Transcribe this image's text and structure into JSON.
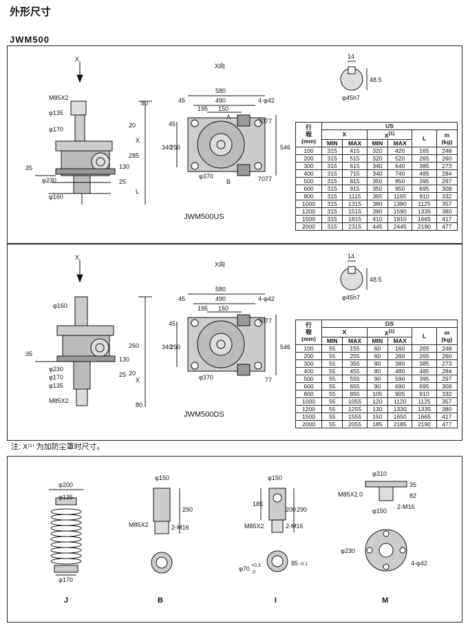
{
  "page": {
    "title": "外形尺寸",
    "model": "JWM500",
    "note": "注: X⁽¹⁾ 为加防尘罩时尺寸。"
  },
  "us_panel": {
    "view_label": "X向",
    "arrow_label": "X",
    "caption": "JWM500US",
    "side_dims": [
      "M85X2",
      "φ135",
      "φ170",
      "φ230",
      "φ160",
      "35",
      "80",
      "20",
      "285",
      "130",
      "25",
      "X",
      "L"
    ],
    "top_dims": [
      "580",
      "490",
      "45",
      "195",
      "150",
      "4-φ42",
      "A",
      "B",
      "φ370",
      "340",
      "250",
      "45",
      "70",
      "77",
      "70",
      "77",
      "546"
    ],
    "key_dims": [
      "14",
      "48.5",
      "φ45h7"
    ]
  },
  "ds_panel": {
    "view_label": "X向",
    "arrow_label": "X",
    "caption": "JWM500DS",
    "side_dims": [
      "φ160",
      "35",
      "260",
      "130",
      "φ230",
      "φ170",
      "φ135",
      "M85X2",
      "20",
      "25",
      "X",
      "80"
    ],
    "top_dims": [
      "580",
      "490",
      "45",
      "195",
      "150",
      "4-φ42",
      "φ370",
      "340",
      "250",
      "45",
      "70",
      "77",
      "77",
      "546"
    ],
    "key_dims": [
      "14",
      "48.5",
      "φ45h7"
    ]
  },
  "us_table": {
    "col_stroke_1": "行",
    "col_stroke_2": "程",
    "col_stroke_3": "(mm)",
    "group": "US",
    "x_label": "X",
    "x1_label": "X",
    "x1_sup": "(1)",
    "l_label": "L",
    "m_label": "m",
    "m_unit": "(kg)",
    "sub": [
      "MIN",
      "MAX",
      "MIN",
      "MAX"
    ],
    "rows": [
      [
        "100",
        "315",
        "415",
        "320",
        "420",
        "165",
        "248"
      ],
      [
        "200",
        "315",
        "515",
        "320",
        "520",
        "265",
        "260"
      ],
      [
        "300",
        "315",
        "615",
        "340",
        "640",
        "385",
        "273"
      ],
      [
        "400",
        "315",
        "715",
        "340",
        "740",
        "485",
        "284"
      ],
      [
        "500",
        "315",
        "815",
        "350",
        "850",
        "395",
        "297"
      ],
      [
        "600",
        "315",
        "915",
        "350",
        "950",
        "695",
        "308"
      ],
      [
        "800",
        "315",
        "1115",
        "365",
        "1165",
        "910",
        "332"
      ],
      [
        "1000",
        "315",
        "1315",
        "380",
        "1380",
        "1125",
        "357"
      ],
      [
        "1200",
        "315",
        "1515",
        "390",
        "1590",
        "1335",
        "380"
      ],
      [
        "1500",
        "315",
        "1815",
        "410",
        "1910",
        "1665",
        "417"
      ],
      [
        "2000",
        "315",
        "2315",
        "445",
        "2445",
        "2190",
        "477"
      ]
    ]
  },
  "ds_table": {
    "col_stroke_1": "行",
    "col_stroke_2": "程",
    "col_stroke_3": "(mm)",
    "group": "DS",
    "x_label": "X",
    "x1_label": "X",
    "x1_sup": "(1)",
    "l_label": "L",
    "m_label": "m",
    "m_unit": "(kg)",
    "sub": [
      "MIN",
      "MAX",
      "MIN",
      "MAX"
    ],
    "rows": [
      [
        "100",
        "55",
        "155",
        "60",
        "160",
        "265",
        "248"
      ],
      [
        "200",
        "55",
        "255",
        "60",
        "260",
        "265",
        "260"
      ],
      [
        "300",
        "55",
        "355",
        "80",
        "380",
        "385",
        "273"
      ],
      [
        "400",
        "55",
        "455",
        "80",
        "480",
        "485",
        "284"
      ],
      [
        "500",
        "55",
        "555",
        "90",
        "590",
        "395",
        "297"
      ],
      [
        "600",
        "55",
        "655",
        "90",
        "690",
        "695",
        "308"
      ],
      [
        "800",
        "55",
        "855",
        "105",
        "905",
        "910",
        "332"
      ],
      [
        "1000",
        "55",
        "1055",
        "120",
        "1120",
        "1125",
        "357"
      ],
      [
        "1200",
        "55",
        "1255",
        "130",
        "1330",
        "1335",
        "380"
      ],
      [
        "1500",
        "55",
        "1555",
        "150",
        "1650",
        "1665",
        "417"
      ],
      [
        "2000",
        "55",
        "2055",
        "185",
        "2185",
        "2190",
        "477"
      ]
    ]
  },
  "accessories": {
    "J": {
      "label": "J",
      "dims": [
        "φ200",
        "φ135",
        "φ170"
      ]
    },
    "B": {
      "label": "B",
      "dims": [
        "φ150",
        "290",
        "M85X2",
        "2-M16"
      ]
    },
    "I": {
      "label": "I",
      "dims": [
        "φ150",
        "185",
        "200",
        "290",
        "M85X2",
        "2-M16",
        "φ70",
        "+0.3",
        "0",
        "85",
        "-0.1"
      ]
    },
    "M": {
      "label": "M",
      "dims": [
        "φ310",
        "35",
        "M85X2.0",
        "82",
        "2-M16",
        "φ150",
        "φ230",
        "4-φ42"
      ]
    }
  }
}
